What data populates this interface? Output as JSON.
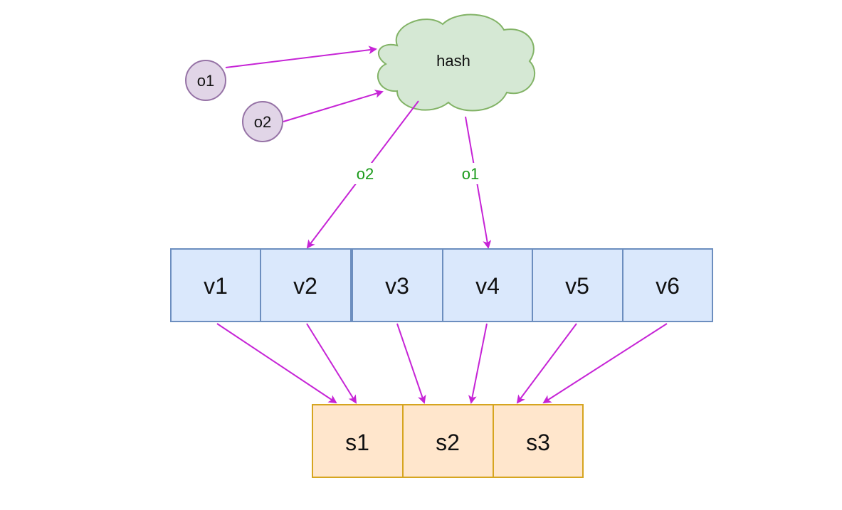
{
  "hash": {
    "label": "hash",
    "fill": "#d5e8d4",
    "stroke": "#82b366"
  },
  "objects": [
    {
      "id": "o1",
      "label": "o1"
    },
    {
      "id": "o2",
      "label": "o2"
    }
  ],
  "object_style": {
    "fill": "#e1d5e7",
    "stroke": "#9673a6"
  },
  "hash_outputs": [
    {
      "label": "o2",
      "target": "v2"
    },
    {
      "label": "o1",
      "target": "v4"
    }
  ],
  "edge_label_color": "#1a9a1a",
  "arrow_color": "#c624d6",
  "virtual_nodes": {
    "fill": "#dae8fc",
    "stroke": "#6c8ebf",
    "items": [
      {
        "id": "v1",
        "label": "v1"
      },
      {
        "id": "v2",
        "label": "v2"
      },
      {
        "id": "v3",
        "label": "v3"
      },
      {
        "id": "v4",
        "label": "v4"
      },
      {
        "id": "v5",
        "label": "v5"
      },
      {
        "id": "v6",
        "label": "v6"
      }
    ]
  },
  "servers": {
    "fill": "#ffe6cc",
    "stroke": "#d6a520",
    "items": [
      {
        "id": "s1",
        "label": "s1"
      },
      {
        "id": "s2",
        "label": "s2"
      },
      {
        "id": "s3",
        "label": "s3"
      }
    ]
  },
  "mapping": [
    {
      "from": "v1",
      "to": "s1"
    },
    {
      "from": "v2",
      "to": "s1"
    },
    {
      "from": "v3",
      "to": "s2"
    },
    {
      "from": "v4",
      "to": "s2"
    },
    {
      "from": "v5",
      "to": "s3"
    },
    {
      "from": "v6",
      "to": "s3"
    }
  ]
}
